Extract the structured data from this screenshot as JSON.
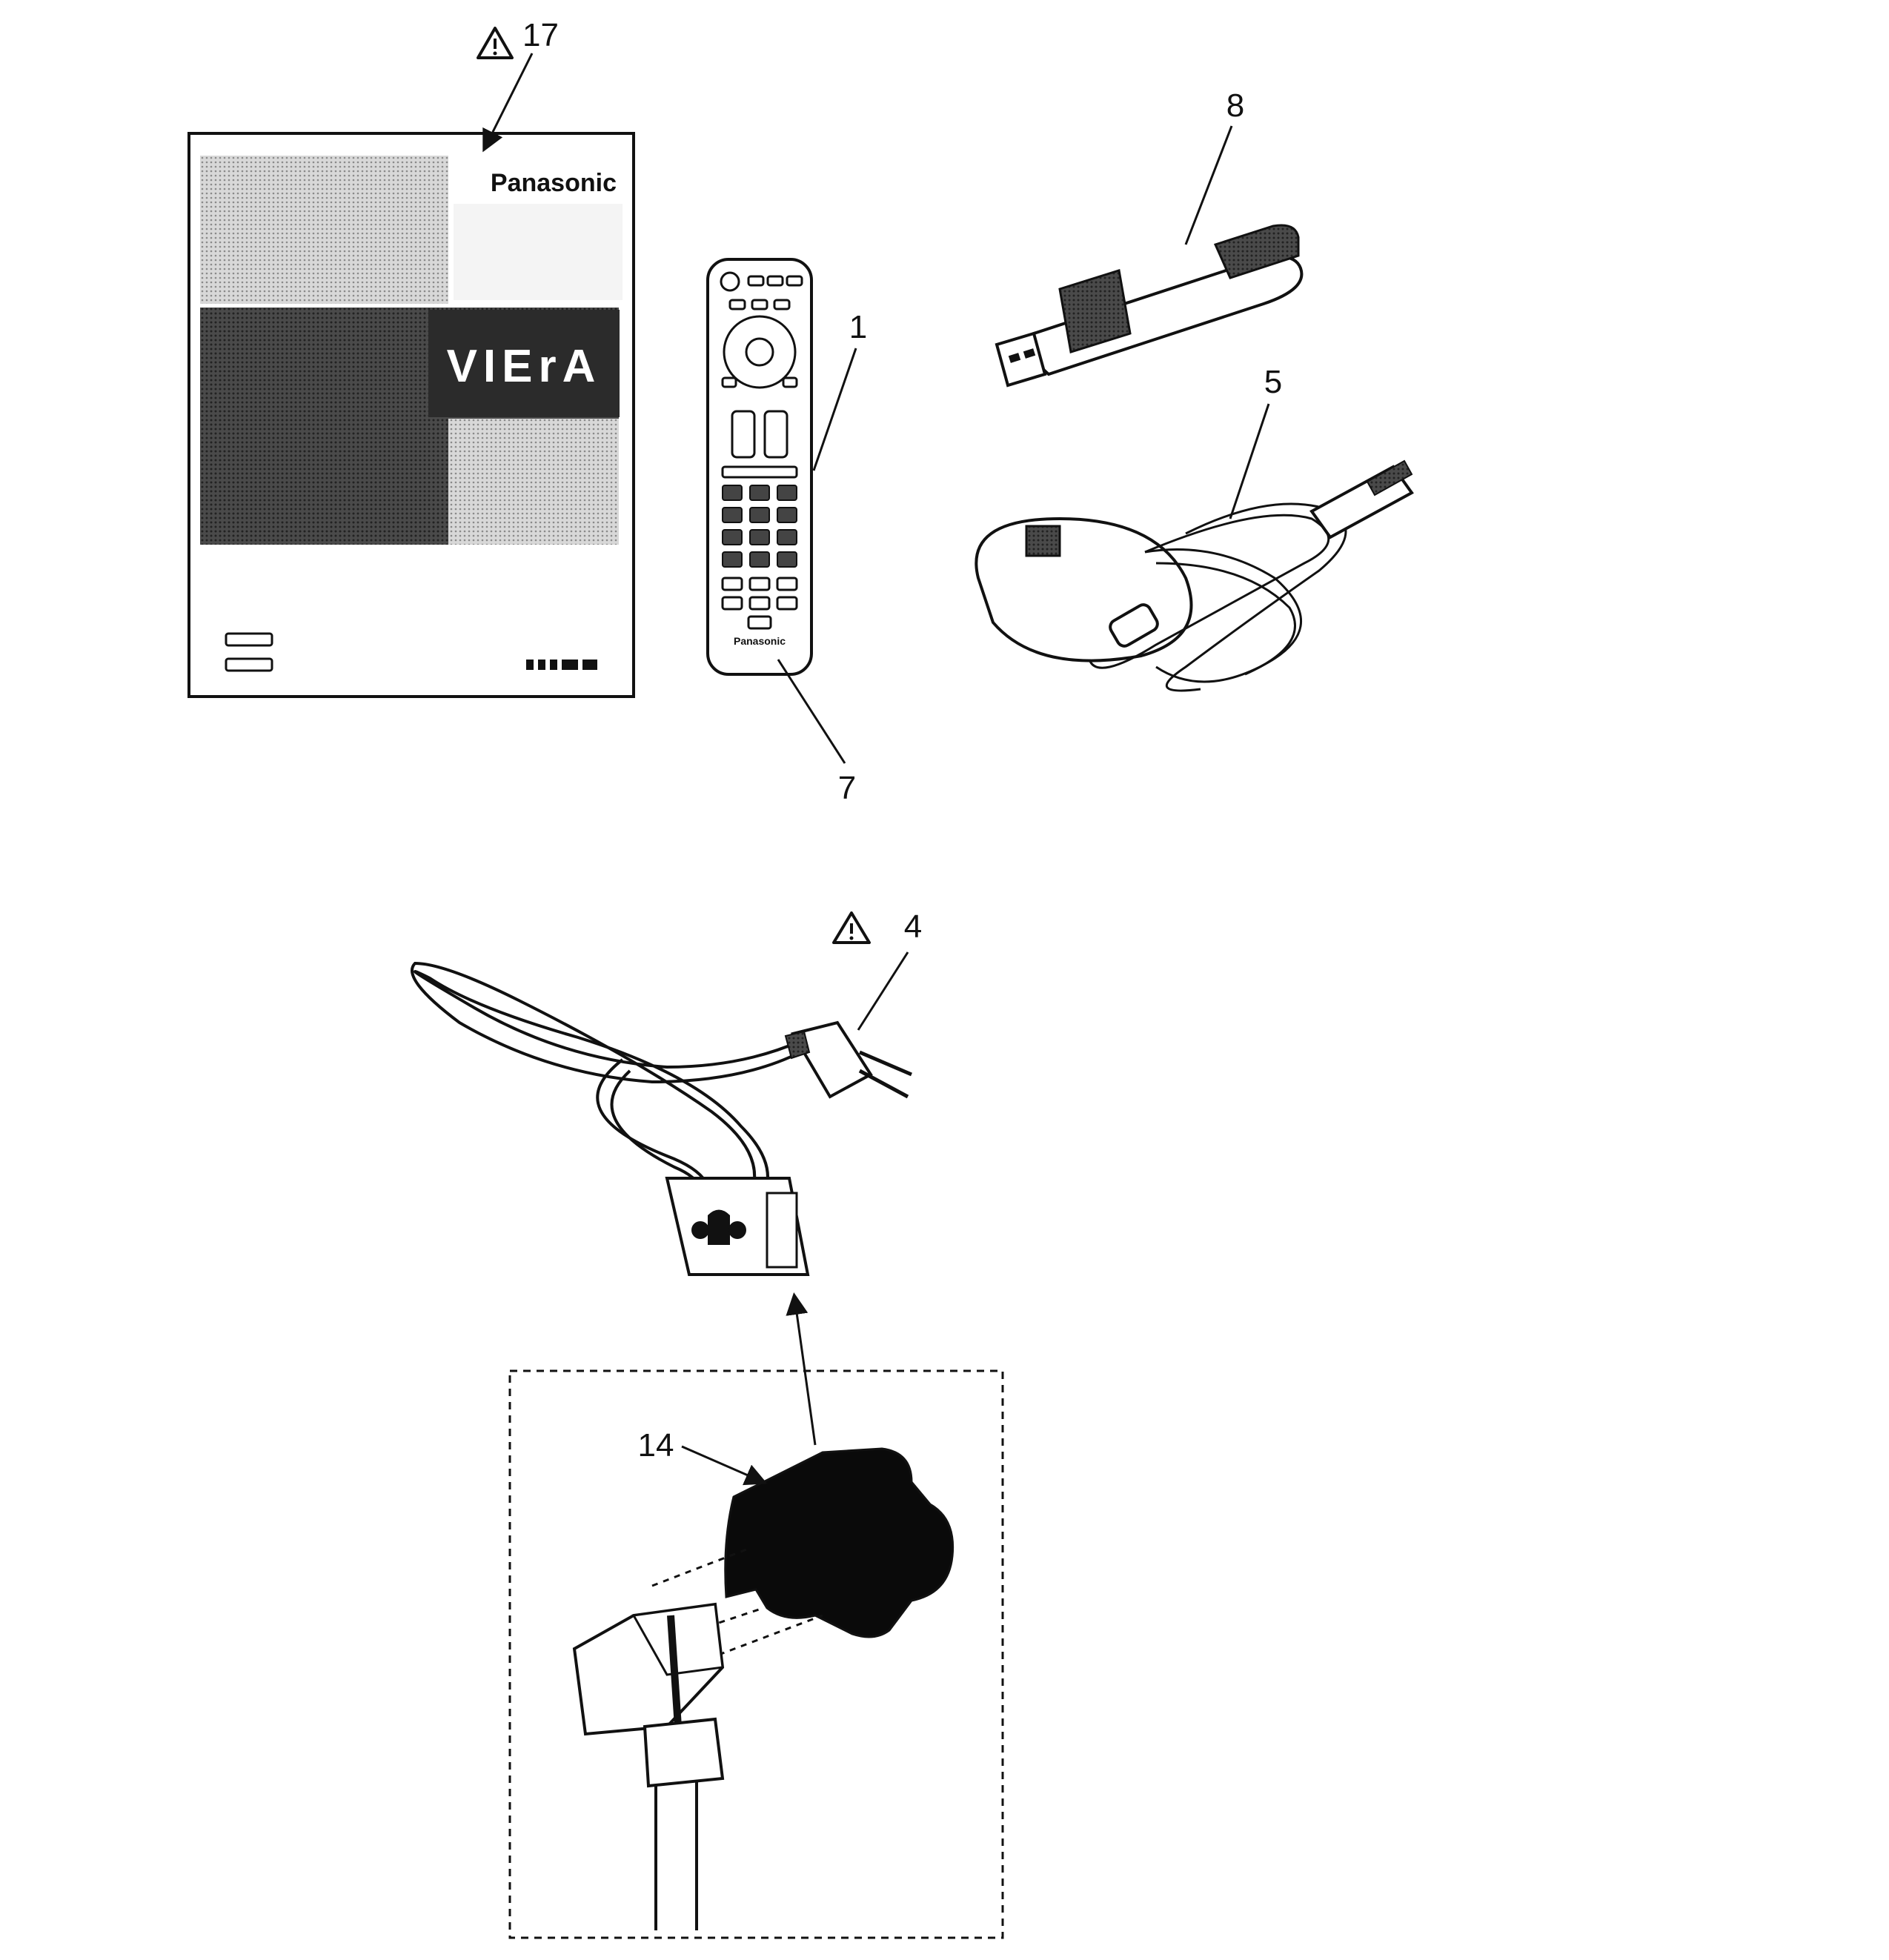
{
  "callouts": {
    "manual": "17",
    "remote_top": "1",
    "remote_bottom": "7",
    "wireless_adapter": "8",
    "usb_cable": "5",
    "power_cord": "4",
    "ferrite_core": "14"
  },
  "manual_cover": {
    "brand": "Panasonic",
    "logo": "VIErA"
  },
  "remote_brand": "Panasonic",
  "colors": {
    "line": "#111111",
    "manual_dark_band": "#3a3a3a",
    "ferrite": "#0a0a0a"
  }
}
